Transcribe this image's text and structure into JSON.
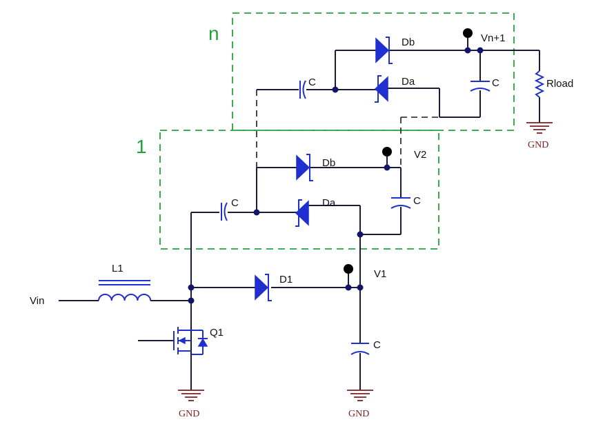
{
  "labels": {
    "stage_n": "n",
    "stage_1": "1",
    "vin": "Vin",
    "inductor": "L1",
    "switch": "Q1",
    "diode_main": "D1",
    "v1": "V1",
    "v2": "V2",
    "vout": "Vn+1",
    "rload": "Rload",
    "gnd": "GND",
    "cap": "C",
    "da": "Da",
    "db": "Db"
  },
  "colors": {
    "stage_box": "#22a33a",
    "component": "#1f2fd0",
    "wire": "#1a1a3a",
    "ground": "#7a1e1e"
  }
}
